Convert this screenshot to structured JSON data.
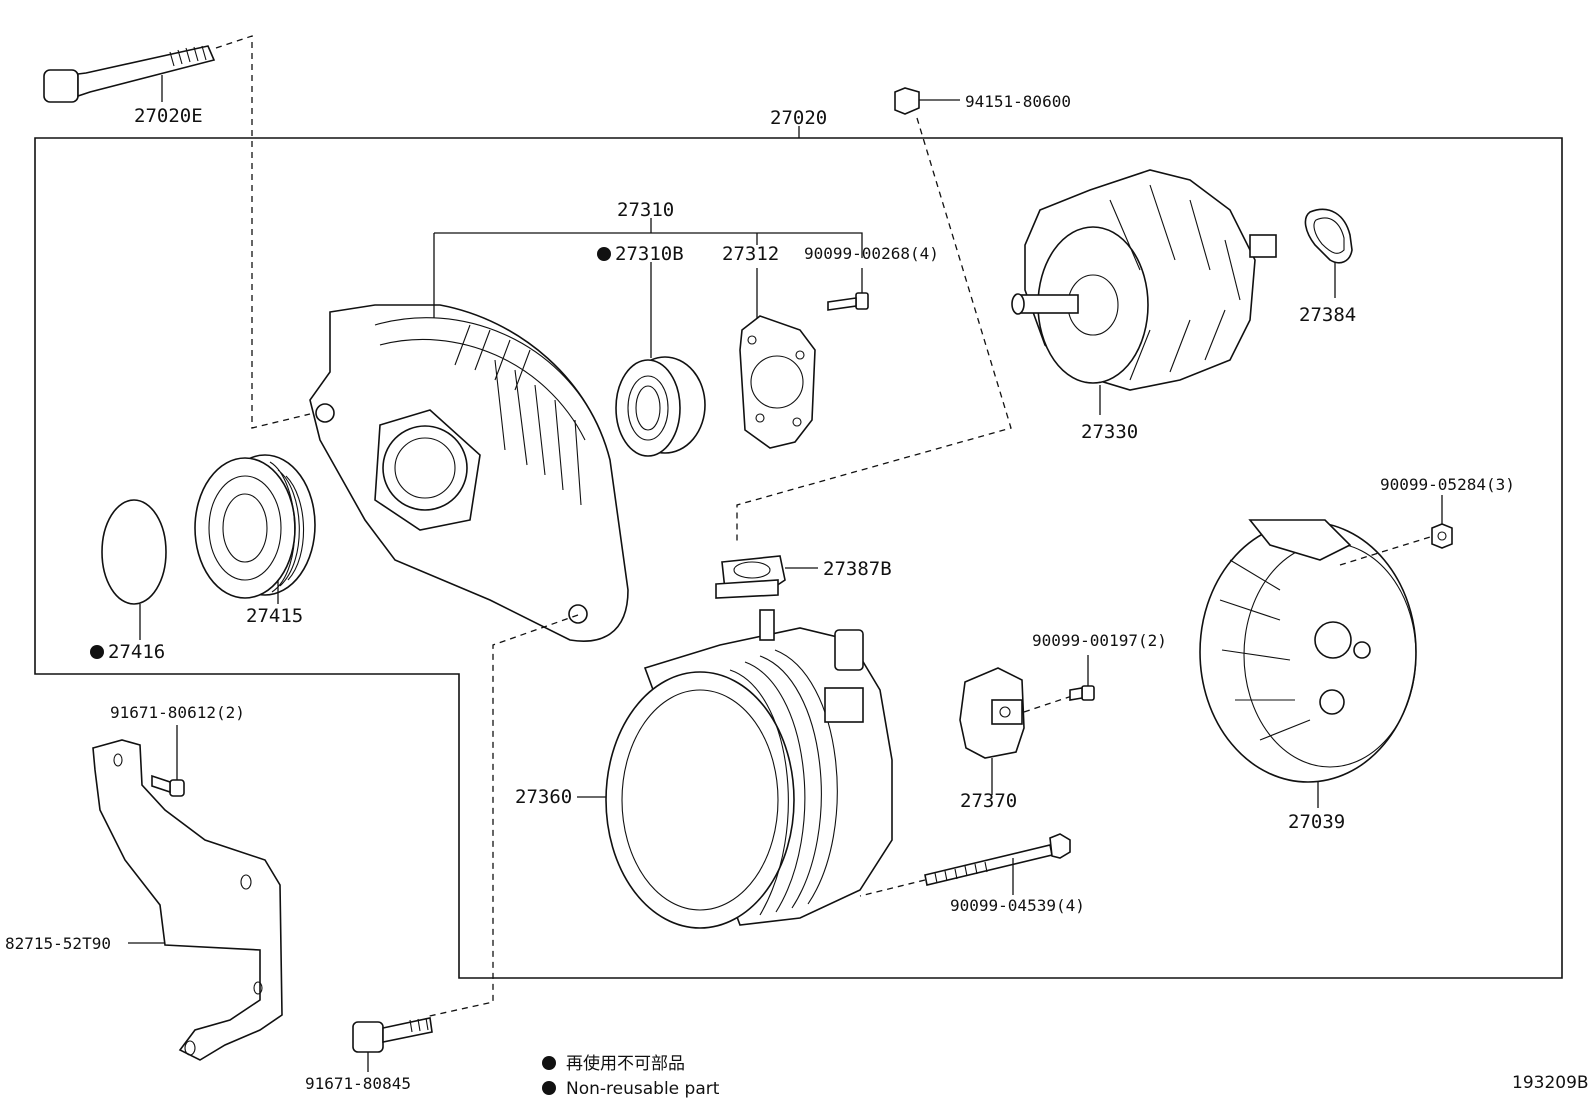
{
  "labels": {
    "p27020E": "27020E",
    "p27020": "27020",
    "p94151": "94151-80600",
    "p27310": "27310",
    "p27310B": "27310B",
    "p27312": "27312",
    "p90099_00268": "90099-00268(4)",
    "p27384": "27384",
    "p27330": "27330",
    "p90099_05284": "90099-05284(3)",
    "p27387B": "27387B",
    "p27415": "27415",
    "p27416": "27416",
    "p91671_80612": "91671-80612(2)",
    "p90099_00197": "90099-00197(2)",
    "p27360": "27360",
    "p27370": "27370",
    "p27039": "27039",
    "p82715": "82715-52T90",
    "p90099_04539": "90099-04539(4)",
    "p91671_80845": "91671-80845"
  },
  "legend": {
    "jp": "再使用不可部品",
    "en": "Non-reusable part"
  },
  "diagram_id": "193209B"
}
